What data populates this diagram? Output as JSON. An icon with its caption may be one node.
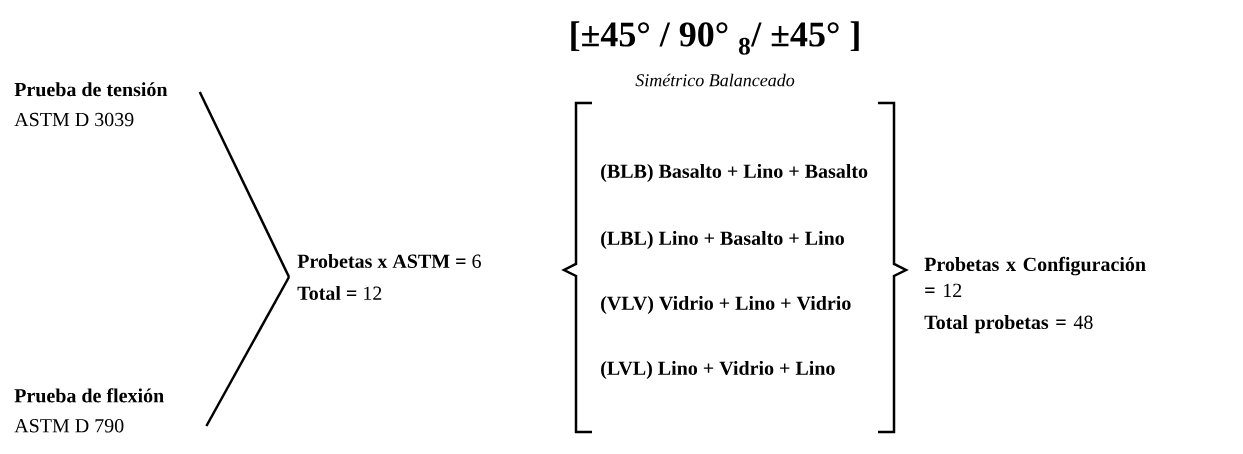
{
  "diagram": {
    "title": "[±45° / 90° $_{8}$/ ±45° ]",
    "caption": "Simétrico Balanceado",
    "nodes": [
      {
        "text": [
          "Prueba de tensión",
          "ASTM D 3039"
        ]
      },
      {
        "text": [
          "Prueba de flexión",
          "ASTM D 790"
        ]
      },
      {
        "text": [
          "**Probetas x ASTM =** 6",
          "**Total =** 12"
        ]
      },
      {
        "text": [
          "**Probetas x Configuración =** 12",
          "**Total probetas =** 48"
        ]
      }
    ],
    "edges": [
      {
        "from": 0,
        "to": 2,
        "arrow": "none"
      },
      {
        "from": 1,
        "to": 2,
        "arrow": "none"
      }
    ],
    "labels": [
      "(BLB) Basalto + Lino + Basalto",
      "(LBL) Lino + Basalto + Lino",
      "(VLV) Vidrio + Lino + Vidrio",
      "(LVL) Lino + Vidrio + Lino"
    ]
  }
}
